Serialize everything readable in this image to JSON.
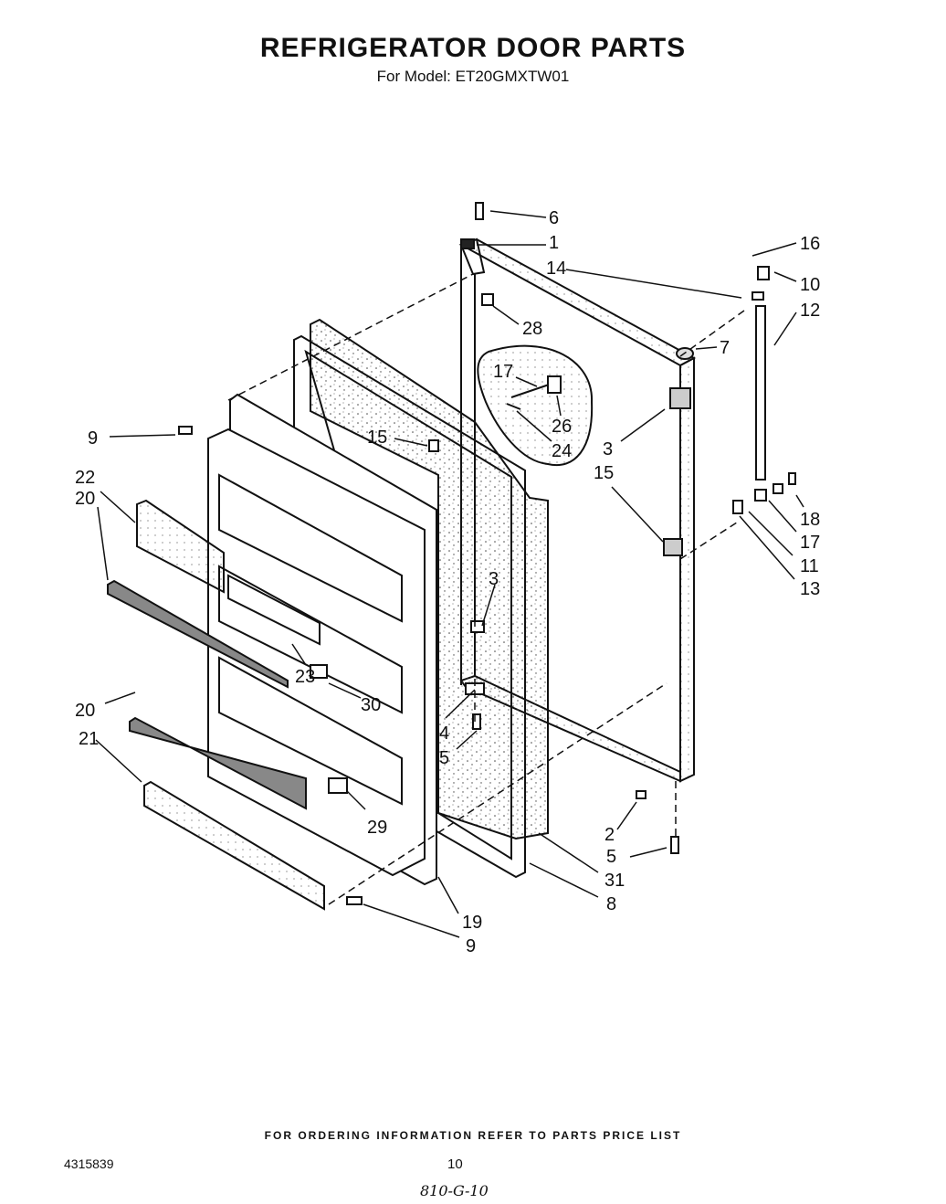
{
  "header": {
    "title": "REFRIGERATOR DOOR PARTS",
    "subtitle": "For Model: ET20GMXTW01"
  },
  "callouts": [
    "6",
    "1",
    "14",
    "16",
    "10",
    "12",
    "28",
    "7",
    "17",
    "26",
    "24",
    "3",
    "9",
    "15",
    "22",
    "20",
    "15",
    "18",
    "17",
    "11",
    "13",
    "3",
    "23",
    "30",
    "20",
    "4",
    "5",
    "21",
    "29",
    "2",
    "5",
    "31",
    "8",
    "19",
    "9"
  ],
  "footer": {
    "ordering_note": "FOR ORDERING INFORMATION REFER TO PARTS PRICE LIST",
    "doc_number": "4315839",
    "page_number": "10",
    "handwritten_note": "810-G-10"
  }
}
